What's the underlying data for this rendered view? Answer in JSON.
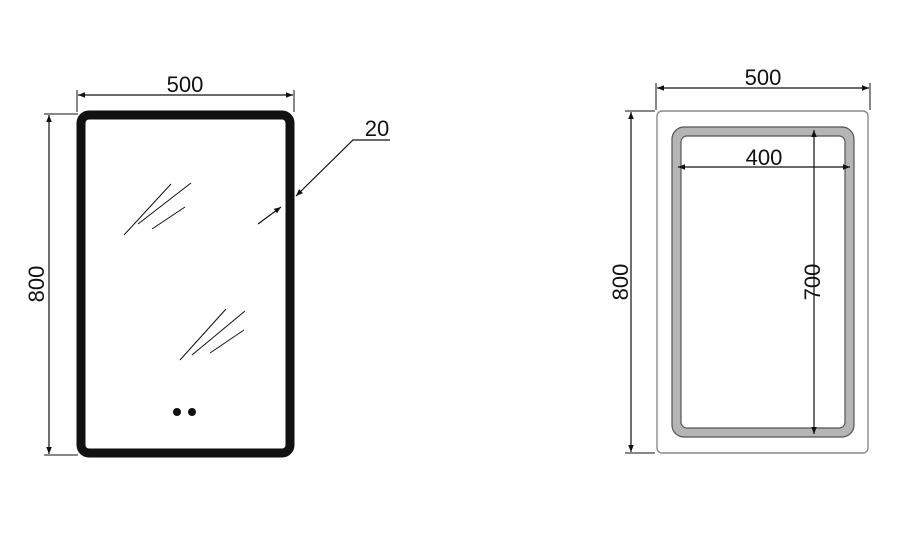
{
  "left_view": {
    "width_label": "500",
    "height_label": "800",
    "frame_label": "20"
  },
  "right_view": {
    "outer_width_label": "500",
    "outer_height_label": "800",
    "inner_width_label": "400",
    "inner_height_label": "700"
  },
  "colors": {
    "line": "#111111",
    "frame": "#111111",
    "led_band": "#9a9a9a",
    "panel_edge": "#8a8a8a"
  }
}
